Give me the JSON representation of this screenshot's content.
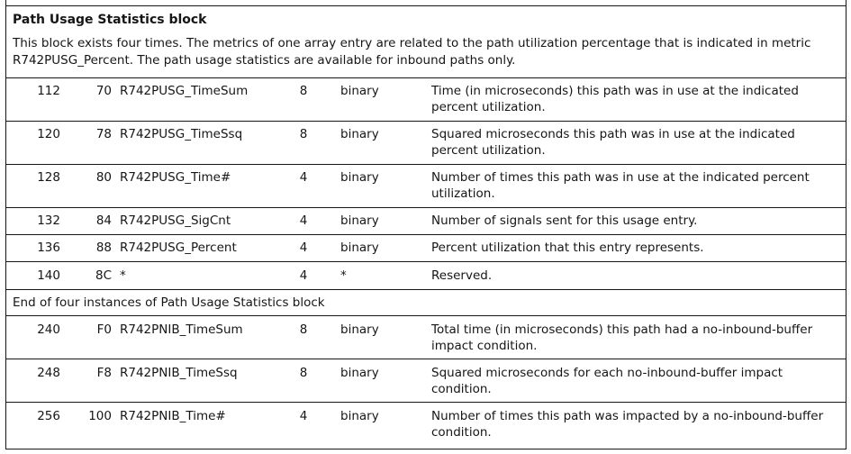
{
  "section": {
    "title": "Path Usage Statistics block",
    "description": "This block exists four times. The metrics of one array entry are related to the path utilization percentage that is indicated in metric R742PUSG_Percent. The path usage statistics are available for inbound paths only."
  },
  "rows_a": [
    {
      "dec": "112",
      "hex": "70",
      "name": "R742PUSG_TimeSum",
      "len": "8",
      "type": "binary",
      "desc": "Time (in microseconds) this path was in use at the indicated percent utilization."
    },
    {
      "dec": "120",
      "hex": "78",
      "name": "R742PUSG_TimeSsq",
      "len": "8",
      "type": "binary",
      "desc": "Squared microseconds this path was in use at the indicated percent utilization."
    },
    {
      "dec": "128",
      "hex": "80",
      "name": "R742PUSG_Time#",
      "len": "4",
      "type": "binary",
      "desc": "Number of times this path was in use at the indicated percent utilization."
    },
    {
      "dec": "132",
      "hex": "84",
      "name": "R742PUSG_SigCnt",
      "len": "4",
      "type": "binary",
      "desc": "Number of signals sent for this usage entry."
    },
    {
      "dec": "136",
      "hex": "88",
      "name": "R742PUSG_Percent",
      "len": "4",
      "type": "binary",
      "desc": "Percent utilization that this entry represents."
    },
    {
      "dec": "140",
      "hex": "8C",
      "name": "*",
      "len": "4",
      "type": "*",
      "desc": "Reserved."
    }
  ],
  "instance_end": "End of four instances of Path Usage Statistics block",
  "rows_b": [
    {
      "dec": "240",
      "hex": "F0",
      "name": "R742PNIB_TimeSum",
      "len": "8",
      "type": "binary",
      "desc": "Total time (in microseconds) this path had a no-inbound-buffer impact condition."
    },
    {
      "dec": "248",
      "hex": "F8",
      "name": "R742PNIB_TimeSsq",
      "len": "8",
      "type": "binary",
      "desc": "Squared microseconds for each no-inbound-buffer impact condition."
    },
    {
      "dec": "256",
      "hex": "100",
      "name": "R742PNIB_Time#",
      "len": "4",
      "type": "binary",
      "desc": "Number of times this path was impacted by a no-inbound-buffer condition."
    }
  ]
}
